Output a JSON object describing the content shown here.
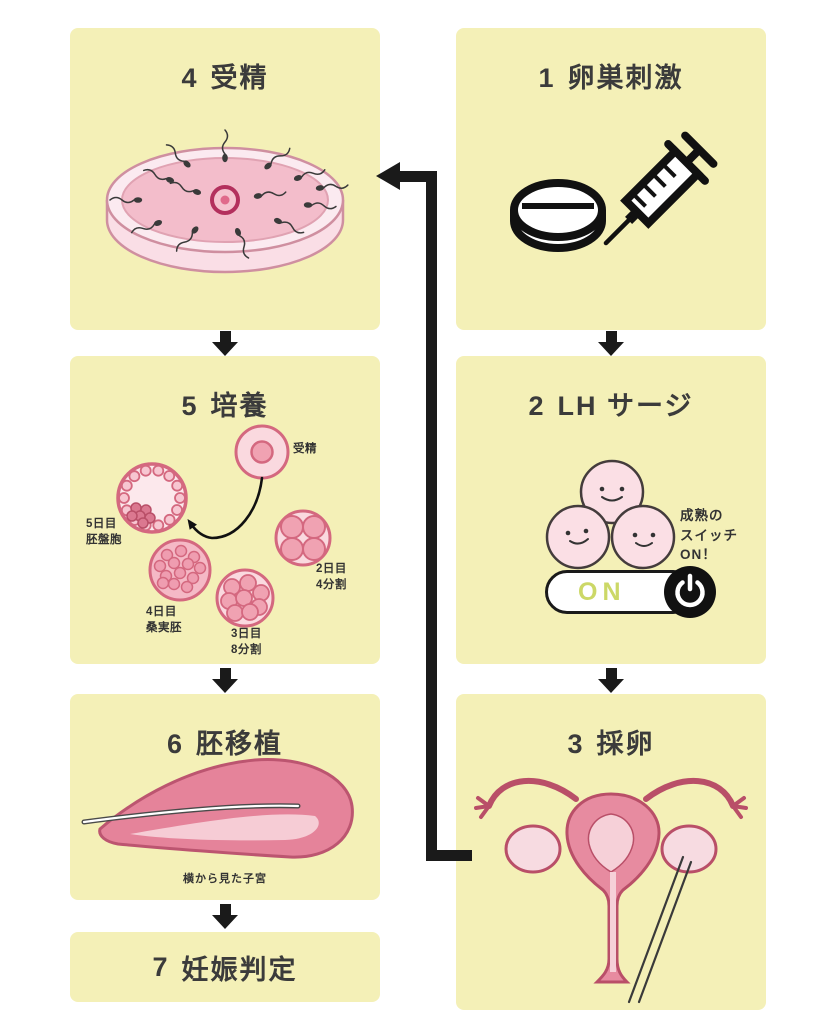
{
  "diagram": {
    "type": "ivf-treatment-flow",
    "background": "#ffffff"
  },
  "colors": {
    "panel_bg": "#f4f0b7",
    "arrow": "#1a1a1a",
    "title_text": "#3b3b3b",
    "pink_pale": "#fbe3e9",
    "pink_light": "#f3bdcb",
    "pink_mid": "#ef9fb0",
    "pink_outline": "#d4687f",
    "rose_fill": "#e5839a",
    "rose_outline": "#bc5570",
    "switch_on_green": "#ccd867"
  },
  "steps": [
    {
      "number": "1",
      "label": "卵巣刺激"
    },
    {
      "number": "2",
      "label": "LH サージ"
    },
    {
      "number": "3",
      "label": "採卵"
    },
    {
      "number": "4",
      "label": "受精"
    },
    {
      "number": "5",
      "label": "培養"
    },
    {
      "number": "6",
      "label": "胚移植"
    },
    {
      "number": "7",
      "label": "妊娠判定"
    }
  ],
  "step2": {
    "maturity_note": "成熟の\nスイッチ\nON！",
    "switch_label": "ON"
  },
  "step5": {
    "stage_labels": [
      "受精",
      "2日目\n4分割",
      "3日目\n8分割",
      "4日目\n桑実胚",
      "5日目\n胚盤胞"
    ]
  },
  "step6": {
    "caption": "横から見た子宮"
  },
  "icons": {
    "step1": [
      "pill-icon",
      "syringe-icon"
    ],
    "step2": [
      "smiling-eggs-icon",
      "on-switch",
      "power-icon"
    ],
    "step3": [
      "uterus-front-illustration",
      "retrieval-needle-icon"
    ],
    "step4": [
      "petri-dish-illustration",
      "sperm-icons",
      "egg-icon"
    ],
    "step5": [
      "embryo-stage-icons",
      "curved-arrow-icon"
    ],
    "step6": [
      "uterus-side-illustration",
      "catheter-icon"
    ]
  }
}
